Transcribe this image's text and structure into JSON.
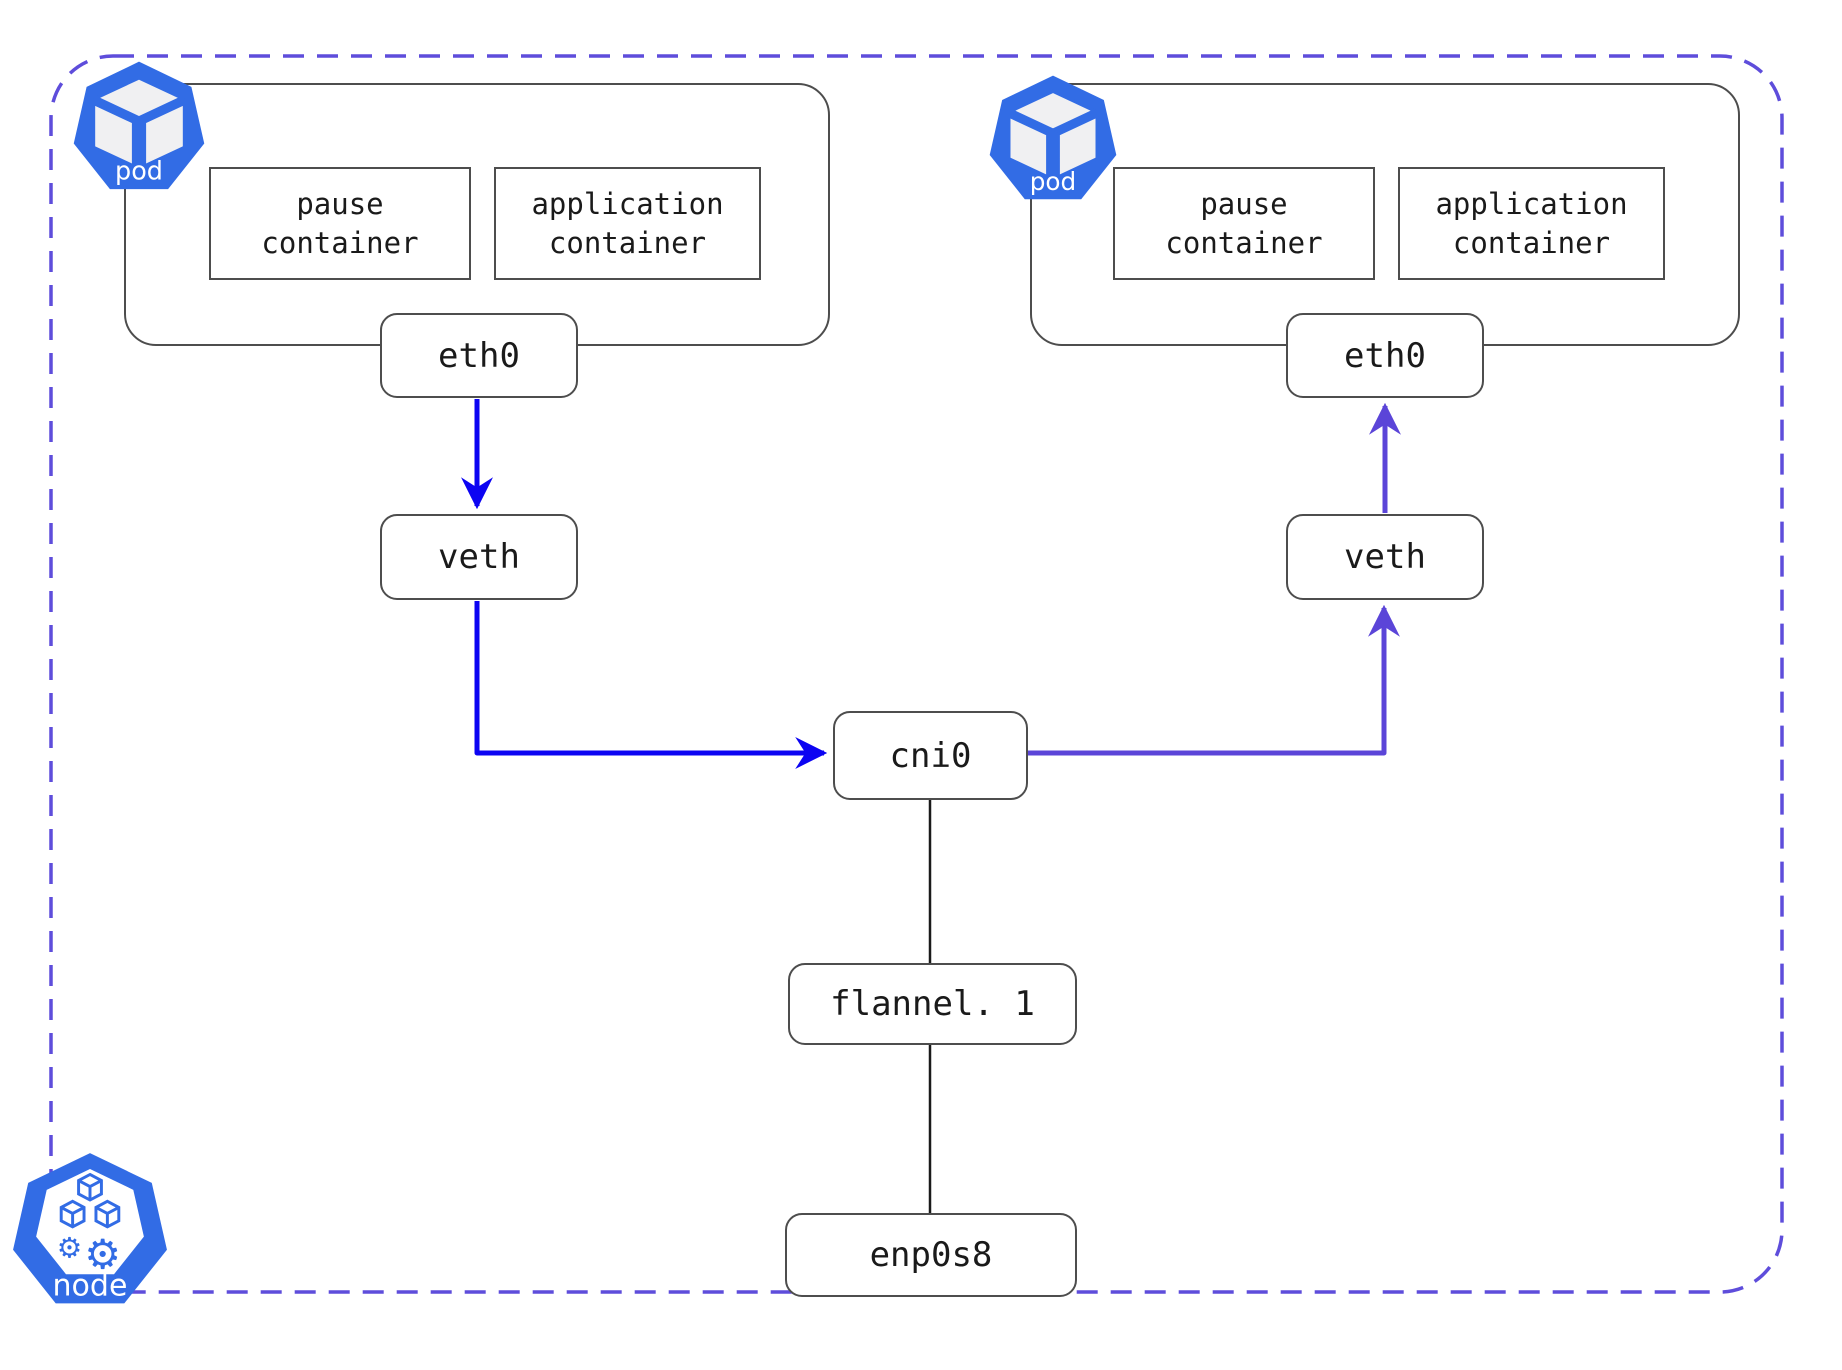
{
  "colors": {
    "kubernetes_blue": "#326ce5",
    "icon_face": "#f0f0f2",
    "flow_blue": "#0c04f2",
    "flow_purple": "#5b45d8",
    "node_boundary": "#5e4ddb",
    "connector_black": "#1a1a1a",
    "box_border": "#4d4d4d"
  },
  "node": {
    "label": "node"
  },
  "pods": [
    {
      "label": "pod",
      "containers": [
        {
          "name": "pause container"
        },
        {
          "name": "application container"
        }
      ],
      "eth": "eth0",
      "veth": "veth"
    },
    {
      "label": "pod",
      "containers": [
        {
          "name": "pause container"
        },
        {
          "name": "application container"
        }
      ],
      "eth": "eth0",
      "veth": "veth"
    }
  ],
  "host_interfaces": {
    "bridge": "cni0",
    "overlay": "flannel. 1",
    "nic": "enp0s8"
  }
}
